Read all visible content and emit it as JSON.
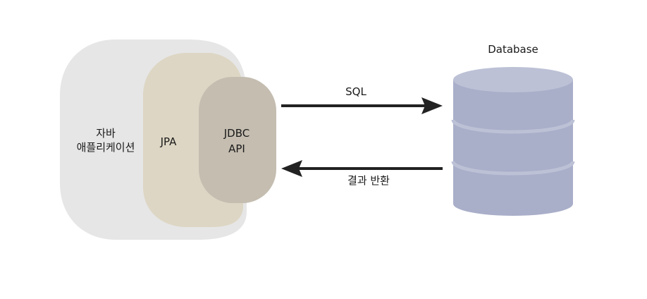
{
  "app": {
    "label_line1": "자바",
    "label_line2": "애플리케이션"
  },
  "jpa": {
    "label": "JPA"
  },
  "jdbc": {
    "label_line1": "JDBC",
    "label_line2": "API"
  },
  "request_arrow": {
    "label": "SQL"
  },
  "response_arrow": {
    "label": "결과 반환"
  },
  "database": {
    "label": "Database"
  },
  "colors": {
    "app_box": "#e6e6e6",
    "jpa_box": "#ddd6c4",
    "jdbc_box": "#c4bdb0",
    "arrow": "#222222",
    "db_side": "#a9aec9",
    "db_top": "#bcc1d6",
    "db_separator": "#bcc1d6"
  }
}
